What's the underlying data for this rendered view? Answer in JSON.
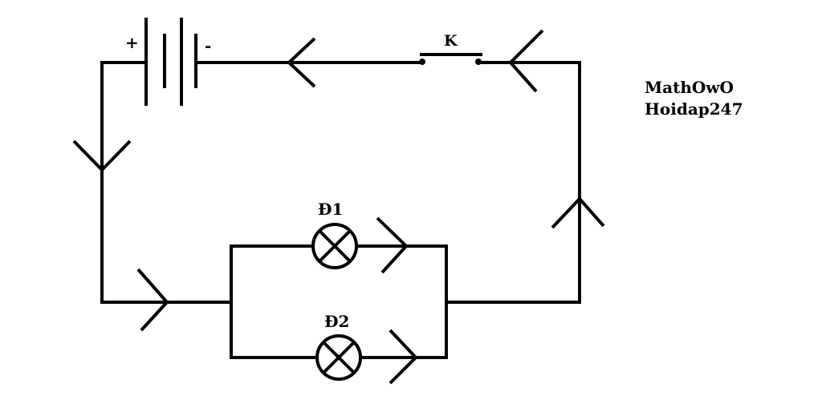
{
  "battery": {
    "positive_sign": "+",
    "negative_sign": "-"
  },
  "switch": {
    "label": "K"
  },
  "lamps": [
    {
      "label": "Đ1"
    },
    {
      "label": "Đ2"
    }
  ],
  "watermark": {
    "line1": "MathOwO",
    "line2": "Hoidap247"
  }
}
